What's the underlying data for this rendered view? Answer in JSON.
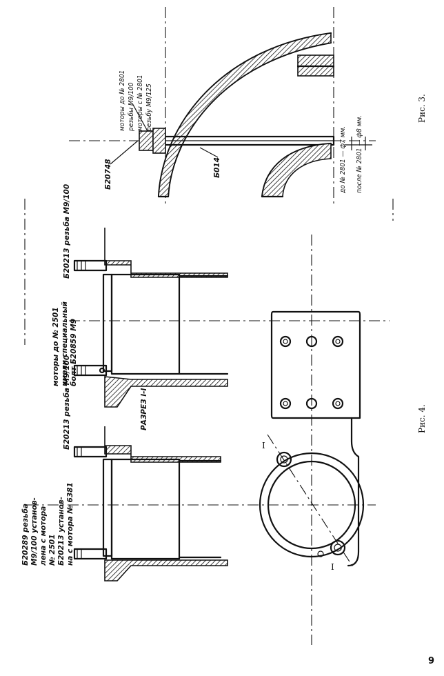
{
  "figure3": {
    "caption": "Рис. 3.",
    "part_nut": "Б20748",
    "part_rod": "Б014",
    "note_lines": [
      "моторы до № 2801",
      "резьбы М9/100",
      "моторы с № 2801",
      "резьбу М9/125"
    ],
    "dim_before": "до № 2801 — ф7 мм.",
    "dim_after": "после № 2801 — ф8 мм."
  },
  "figure4": {
    "caption": "Рис. 4.",
    "section_label": "РАЗРЕЗ I-I",
    "label_left_stud_lines": [
      "Б20289 резьба",
      "М9/100 установ-",
      "лена с мотора",
      "№ 2501",
      "Б20213 установ-",
      "на с мотора № 6381"
    ],
    "label_mid_stud": "Б20213 резьба М9/100",
    "label_center_lines": [
      "моторы до № 2501",
      "имели специальный",
      "болт Б20859 М9"
    ],
    "label_right_stud": "Б20213 резьба М9/100",
    "section_mark_top": "I",
    "section_mark_bottom": "I"
  },
  "page_number": "9"
}
